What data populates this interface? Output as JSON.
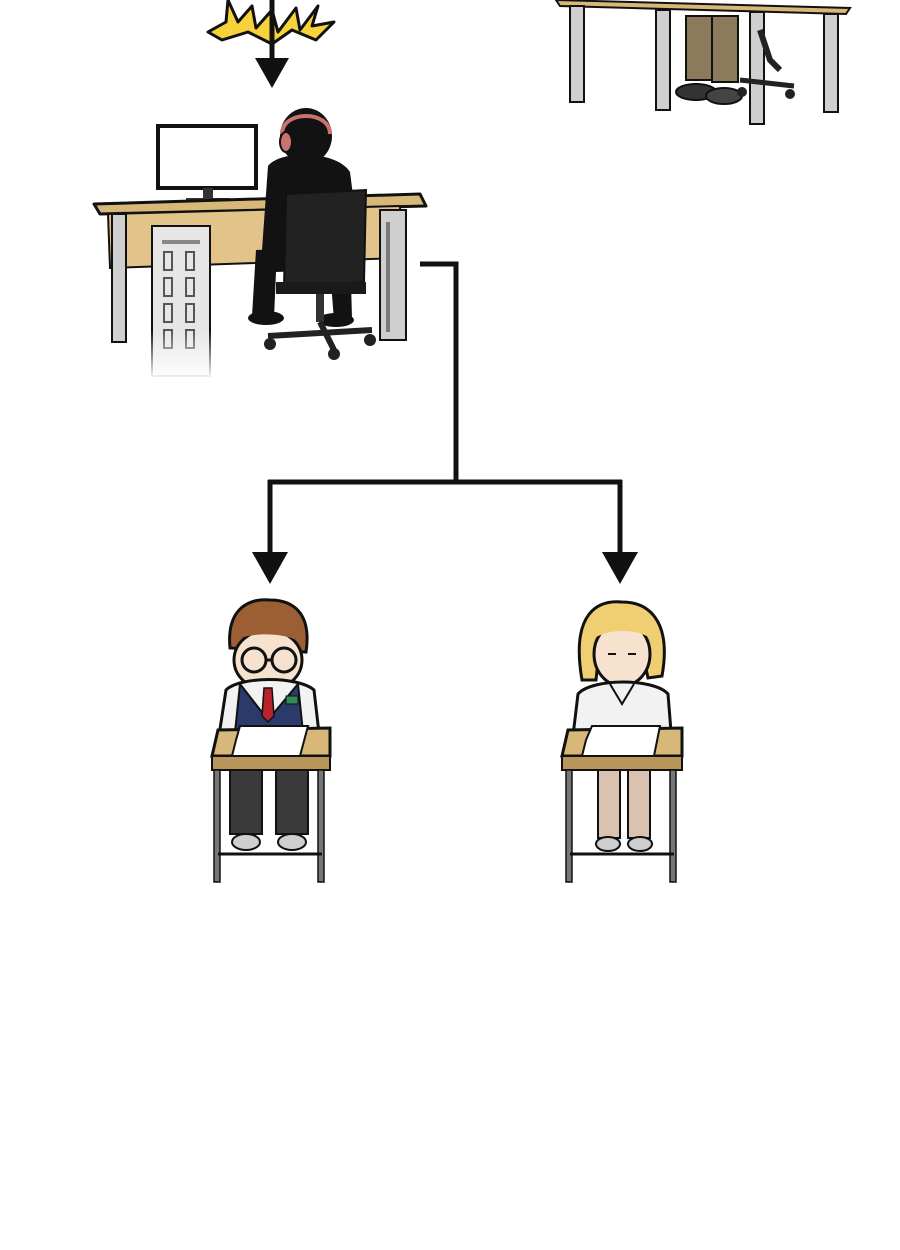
{
  "colors": {
    "ink": "#111111",
    "desk_wood": "#d8b878",
    "desk_wood_shade": "#b8955a",
    "metal": "#bfbfbf",
    "metal_dark": "#6e6e6e",
    "burst": "#f7d23a",
    "silhouette": "#121212",
    "headphone": "#c9736e",
    "chair": "#222222",
    "shirt": "#f2f2f2",
    "vest": "#2b3a6b",
    "tie": "#b8232a",
    "hair_brown": "#9b5f33",
    "hair_blonde": "#f0cf72",
    "skin": "#f7e2cf",
    "pants_dark": "#3a3a3a",
    "stockings": "#d9c3b0",
    "khaki": "#8c7a5c"
  },
  "nodes": [
    {
      "id": "boss-desk",
      "icon": "desk-worker-silhouette-icon"
    },
    {
      "id": "top-right-desk",
      "icon": "desk-worker-legs-icon"
    },
    {
      "id": "student-boy",
      "icon": "student-boy-icon"
    },
    {
      "id": "student-girl",
      "icon": "student-girl-icon"
    }
  ],
  "edges": [
    {
      "from": "burst",
      "to": "boss-desk"
    },
    {
      "from": "boss-desk",
      "to": "student-boy"
    },
    {
      "from": "boss-desk",
      "to": "student-girl"
    }
  ]
}
